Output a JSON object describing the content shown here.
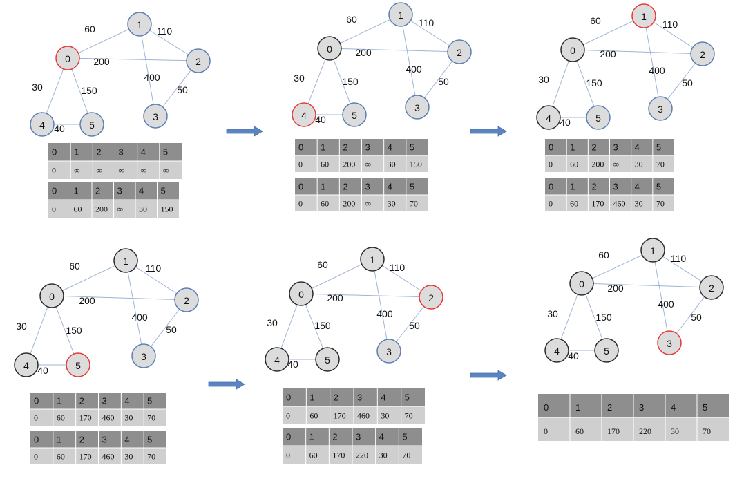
{
  "colors": {
    "visited_fill": "#dcdcdc",
    "visited_stroke": "#2a2a2a",
    "unvisited_fill": "#dcdcdc",
    "unvisited_stroke": "#5b7fb5",
    "current_fill": "#dcdcdc",
    "current_stroke": "#e53935",
    "edge": "#9db4d6",
    "table_header": "#8e8e8e",
    "table_row": "#cfcfcf",
    "arrow": "#5b84c2"
  },
  "graph": {
    "nodes": [
      "0",
      "1",
      "2",
      "3",
      "4",
      "5"
    ],
    "edges": [
      {
        "from": "0",
        "to": "1",
        "weight": "60"
      },
      {
        "from": "1",
        "to": "2",
        "weight": "110"
      },
      {
        "from": "0",
        "to": "2",
        "weight": "200"
      },
      {
        "from": "1",
        "to": "3",
        "weight": "400"
      },
      {
        "from": "2",
        "to": "3",
        "weight": "50"
      },
      {
        "from": "0",
        "to": "4",
        "weight": "30"
      },
      {
        "from": "0",
        "to": "5",
        "weight": "150"
      },
      {
        "from": "4",
        "to": "5",
        "weight": "40"
      }
    ]
  },
  "panels": [
    {
      "states": {
        "0": "current",
        "1": "unvisited",
        "2": "unvisited",
        "3": "unvisited",
        "4": "unvisited",
        "5": "unvisited"
      },
      "tables": [
        {
          "header": [
            "0",
            "1",
            "2",
            "3",
            "4",
            "5"
          ],
          "row": [
            "0",
            "∞",
            "∞",
            "∞",
            "∞",
            "∞"
          ]
        },
        {
          "header": [
            "0",
            "1",
            "2",
            "3",
            "4",
            "5"
          ],
          "row": [
            "0",
            "60",
            "200",
            "∞",
            "30",
            "150"
          ]
        }
      ]
    },
    {
      "states": {
        "0": "visited",
        "1": "unvisited",
        "2": "unvisited",
        "3": "unvisited",
        "4": "current",
        "5": "unvisited"
      },
      "tables": [
        {
          "header": [
            "0",
            "1",
            "2",
            "3",
            "4",
            "5"
          ],
          "row": [
            "0",
            "60",
            "200",
            "∞",
            "30",
            "150"
          ]
        },
        {
          "header": [
            "0",
            "1",
            "2",
            "3",
            "4",
            "5"
          ],
          "row": [
            "0",
            "60",
            "200",
            "∞",
            "30",
            "70"
          ]
        }
      ]
    },
    {
      "states": {
        "0": "visited",
        "1": "current",
        "2": "unvisited",
        "3": "unvisited",
        "4": "visited",
        "5": "unvisited"
      },
      "tables": [
        {
          "header": [
            "0",
            "1",
            "2",
            "3",
            "4",
            "5"
          ],
          "row": [
            "0",
            "60",
            "200",
            "∞",
            "30",
            "70"
          ]
        },
        {
          "header": [
            "0",
            "1",
            "2",
            "3",
            "4",
            "5"
          ],
          "row": [
            "0",
            "60",
            "170",
            "460",
            "30",
            "70"
          ]
        }
      ]
    },
    {
      "states": {
        "0": "visited",
        "1": "visited",
        "2": "unvisited",
        "3": "unvisited",
        "4": "visited",
        "5": "current"
      },
      "tables": [
        {
          "header": [
            "0",
            "1",
            "2",
            "3",
            "4",
            "5"
          ],
          "row": [
            "0",
            "60",
            "170",
            "460",
            "30",
            "70"
          ]
        },
        {
          "header": [
            "0",
            "1",
            "2",
            "3",
            "4",
            "5"
          ],
          "row": [
            "0",
            "60",
            "170",
            "460",
            "30",
            "70"
          ]
        }
      ]
    },
    {
      "states": {
        "0": "visited",
        "1": "visited",
        "2": "current",
        "3": "unvisited",
        "4": "visited",
        "5": "visited"
      },
      "tables": [
        {
          "header": [
            "0",
            "1",
            "2",
            "3",
            "4",
            "5"
          ],
          "row": [
            "0",
            "60",
            "170",
            "460",
            "30",
            "70"
          ]
        },
        {
          "header": [
            "0",
            "1",
            "2",
            "3",
            "4",
            "5"
          ],
          "row": [
            "0",
            "60",
            "170",
            "220",
            "30",
            "70"
          ]
        }
      ]
    },
    {
      "states": {
        "0": "visited",
        "1": "visited",
        "2": "visited",
        "3": "current",
        "4": "visited",
        "5": "visited"
      },
      "tables": [
        {
          "header": [
            "0",
            "1",
            "2",
            "3",
            "4",
            "5"
          ],
          "row": [
            "0",
            "60",
            "170",
            "220",
            "30",
            "70"
          ]
        }
      ]
    }
  ]
}
